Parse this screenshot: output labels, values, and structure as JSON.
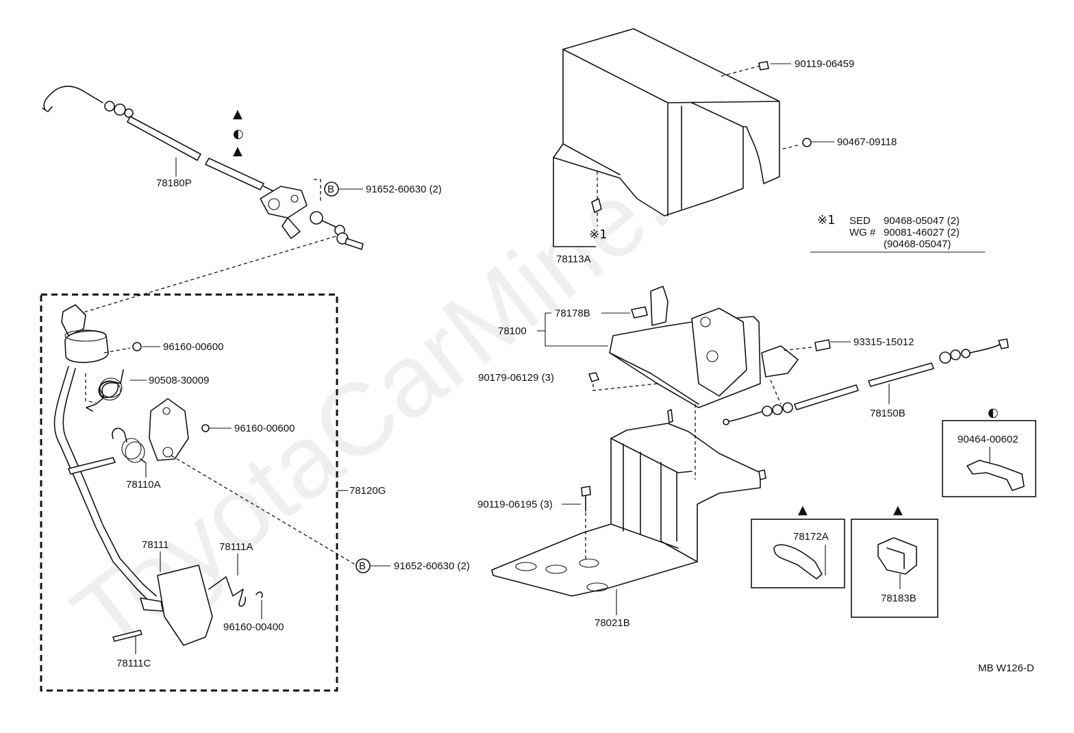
{
  "watermark": "ToyotaCarMine.ru",
  "diagram_code": "MB W126-D",
  "parts": {
    "cable_upper": "78180P",
    "bolt_b_upper": "91652-60630 (2)",
    "bolt_b_upper_marker": "B",
    "cover_bolt": "90119-06459",
    "cover_clip": "90467-09118",
    "cover": "78113A",
    "footnote_marker": "※1",
    "nut_upper": "96160-00600",
    "spring_upper": "90508-30009",
    "nut_middle": "96160-00600",
    "spring_lower": "78110A",
    "pedal_assy": "78120G",
    "pedal": "78111",
    "spring_pedal": "78111A",
    "clip_pedal": "96160-00400",
    "pin": "78111C",
    "bolt_b_lower": "91652-60630 (2)",
    "bolt_b_lower_marker": "B",
    "bracket_group": "78100",
    "bracket_pad": "78178B",
    "bracket_screw": "93315-15012",
    "bracket_nut": "90179-06129 (3)",
    "cable_right": "78150B",
    "base_bolt": "90119-06195 (3)",
    "base": "78021B",
    "clip_a": "78172A",
    "clip_b": "78183B",
    "clamp": "90464-00602"
  },
  "note": {
    "line1_label": "SED",
    "line1_value": "90468-05047 (2)",
    "line2_label": "WG #",
    "line2_value": "90081-46027 (2)",
    "line3_value": "(90468-05047)"
  },
  "symbols": {
    "triangle": "▲",
    "half_circle": "◐"
  }
}
